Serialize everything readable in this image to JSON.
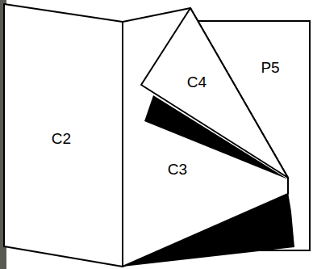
{
  "diagram": {
    "labels": [
      "P5",
      "C4",
      "C2",
      "C3"
    ]
  }
}
